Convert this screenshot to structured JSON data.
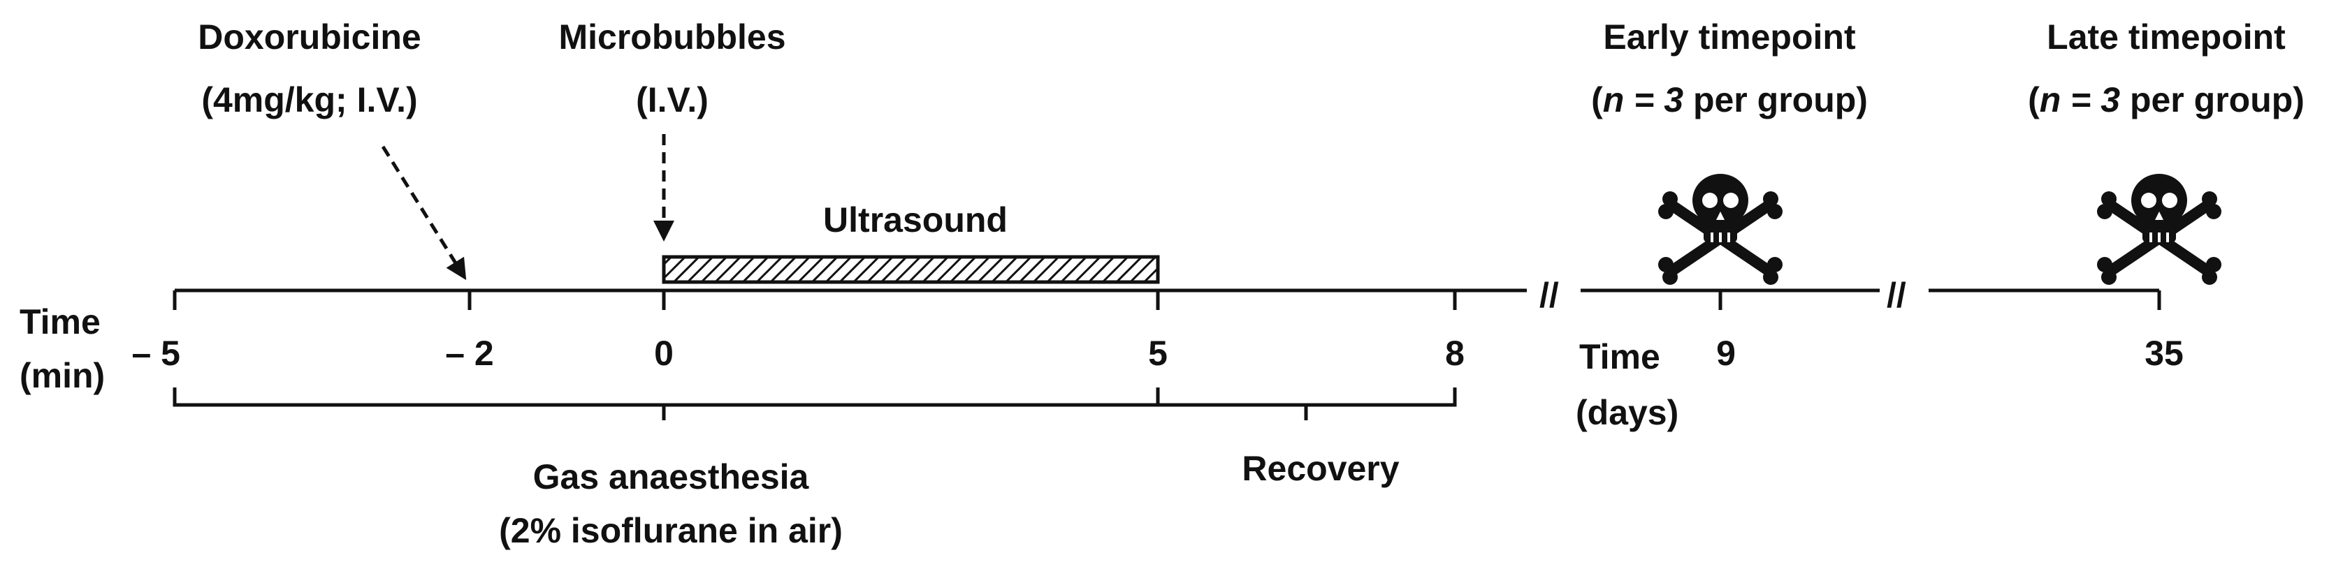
{
  "labels": {
    "doxorubicine_line1": "Doxorubicine",
    "doxorubicine_line2": "(4mg/kg; I.V.)",
    "microbubbles_line1": "Microbubbles",
    "microbubbles_line2": "(I.V.)",
    "ultrasound": "Ultrasound",
    "early_line1": "Early timepoint",
    "early_n": "n = 3",
    "early_rest": " per group)",
    "late_line1": "Late timepoint",
    "late_n": "n = 3",
    "late_rest": " per group)",
    "open_paren": "(",
    "time_min_line1": "Time",
    "time_min_line2": "(min)",
    "time_days_line1": "Time",
    "time_days_line2": "(days)",
    "anaesthesia_line1": "Gas anaesthesia",
    "anaesthesia_line2": "(2% isoflurane in air)",
    "recovery": "Recovery",
    "break_mark": "//"
  },
  "ticks_min": [
    "– 5",
    "– 2",
    "0",
    "5",
    "8"
  ],
  "ticks_days": [
    "9",
    "35"
  ],
  "colors": {
    "ink": "#111111",
    "background": "#ffffff"
  },
  "icons": [
    "skull-crossbones-icon",
    "skull-crossbones-icon"
  ]
}
